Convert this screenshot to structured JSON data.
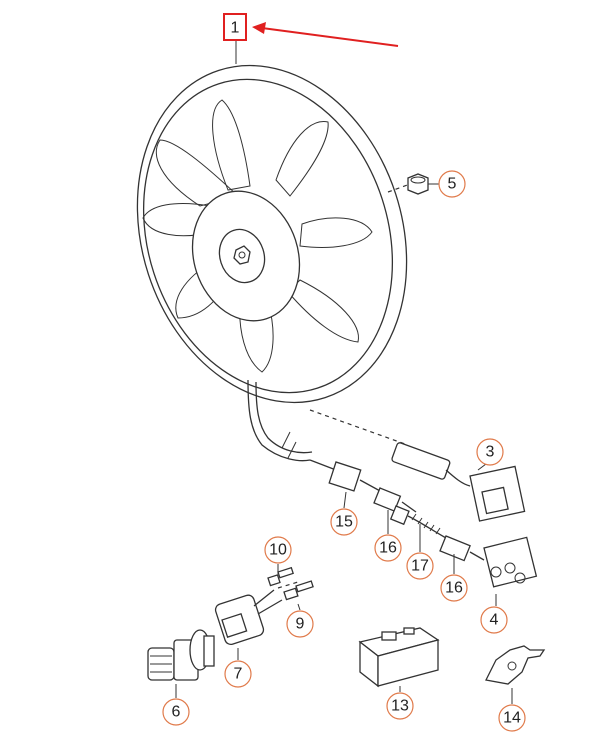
{
  "diagram": {
    "highlight_color": "#e02020",
    "callout_color": "#e07a4a",
    "callouts": {
      "c1": "1",
      "c3": "3",
      "c4": "4",
      "c5": "5",
      "c6": "6",
      "c7": "7",
      "c9": "9",
      "c10": "10",
      "c13": "13",
      "c14": "14",
      "c15": "15",
      "c16a": "16",
      "c16b": "16",
      "c17": "17"
    }
  }
}
